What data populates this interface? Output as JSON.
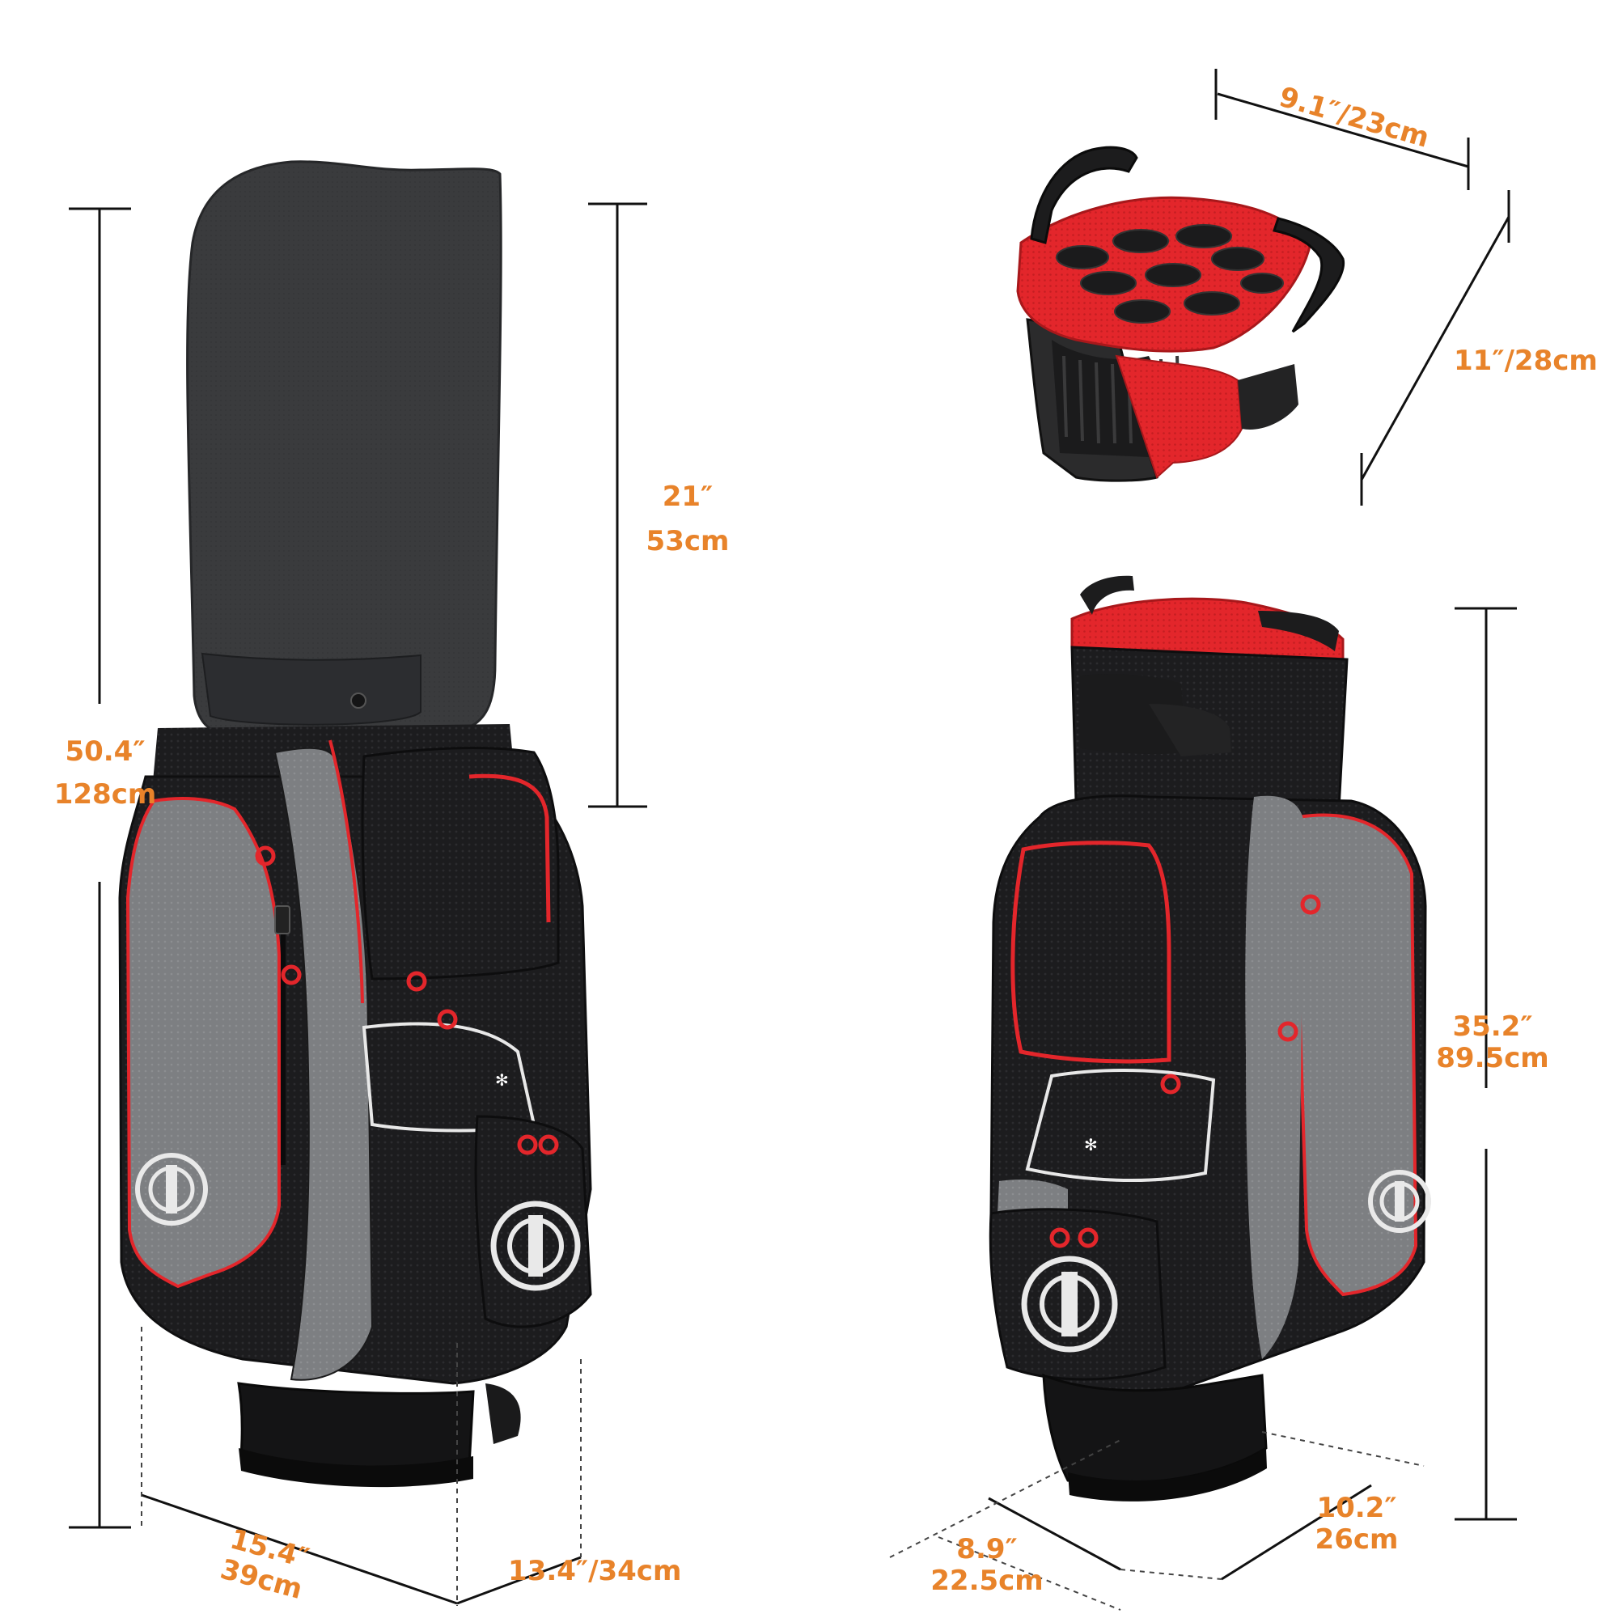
{
  "colors": {
    "accent_label": "#e8832a",
    "dimension_line": "#111111",
    "bag_black": "#1c1c1e",
    "bag_gray": "#7d7f82",
    "trim_red": "#e3262b",
    "cover_dark": "#3a3b3d"
  },
  "views": {
    "side_view": {
      "height_total": {
        "line1": "50.4″",
        "line2": "128cm"
      },
      "hood_height": {
        "line1": "21″",
        "line2": "53cm"
      },
      "base_width": {
        "line1": "15.4″",
        "line2": "39cm"
      },
      "base_depth": {
        "text": "13.4″/34cm"
      }
    },
    "top_divider": {
      "width": {
        "text": "9.1″/23cm"
      },
      "depth": {
        "text": "11″/28cm"
      }
    },
    "front_view": {
      "height": {
        "line1": "35.2″",
        "line2": "89.5cm"
      },
      "base_width": {
        "line1": "8.9″",
        "line2": "22.5cm"
      },
      "base_depth": {
        "line1": "10.2″",
        "line2": "26cm"
      }
    }
  },
  "icons": [
    "brand-emblem-icon",
    "snowflake-icon"
  ]
}
